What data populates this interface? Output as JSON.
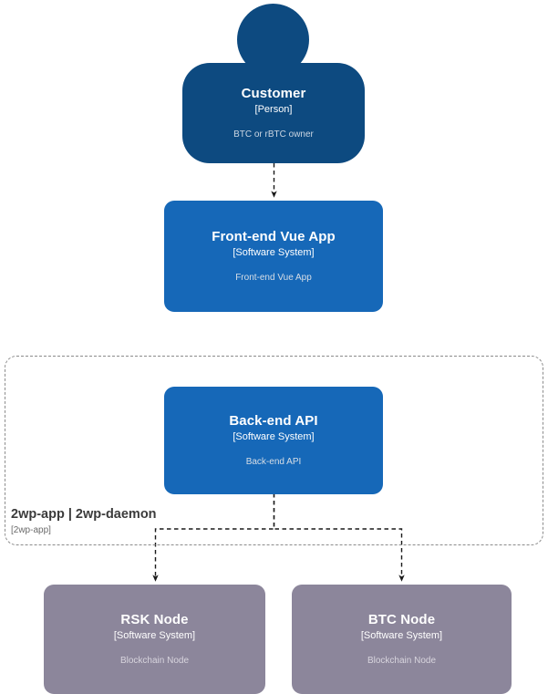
{
  "diagram": {
    "kind": "c4-system-context",
    "colors": {
      "person_fill": "#0d4a80",
      "system_fill": "#1668b8",
      "external_node_fill": "#8c869b",
      "boundary_stroke": "#8c8c8c",
      "connector_stroke": "#1a1a1a",
      "background": "#ffffff",
      "title_text": "#ffffff",
      "description_text": "#d7dee6"
    },
    "boundary": {
      "name": "2wp-app | 2wp-daemon",
      "type": "[2wp-app]"
    },
    "elements": [
      {
        "id": "customer",
        "name": "Customer",
        "type": "[Person]",
        "description": "BTC or rBTC owner",
        "shape": "person"
      },
      {
        "id": "frontend",
        "name": "Front-end Vue App",
        "type": "[Software System]",
        "description": "Front-end Vue App",
        "shape": "system"
      },
      {
        "id": "backend",
        "name": "Back-end API",
        "type": "[Software System]",
        "description": "Back-end API",
        "shape": "system"
      },
      {
        "id": "rsk-node",
        "name": "RSK Node",
        "type": "[Software System]",
        "description": "Blockchain Node",
        "shape": "external-node"
      },
      {
        "id": "btc-node",
        "name": "BTC Node",
        "type": "[Software System]",
        "description": "Blockchain Node",
        "shape": "external-node"
      }
    ],
    "relationships": [
      {
        "from": "customer",
        "to": "frontend",
        "style": "dashed",
        "label": ""
      },
      {
        "from": "backend",
        "to": "rsk-node",
        "style": "dashed",
        "label": ""
      },
      {
        "from": "backend",
        "to": "btc-node",
        "style": "dashed",
        "label": ""
      }
    ]
  }
}
